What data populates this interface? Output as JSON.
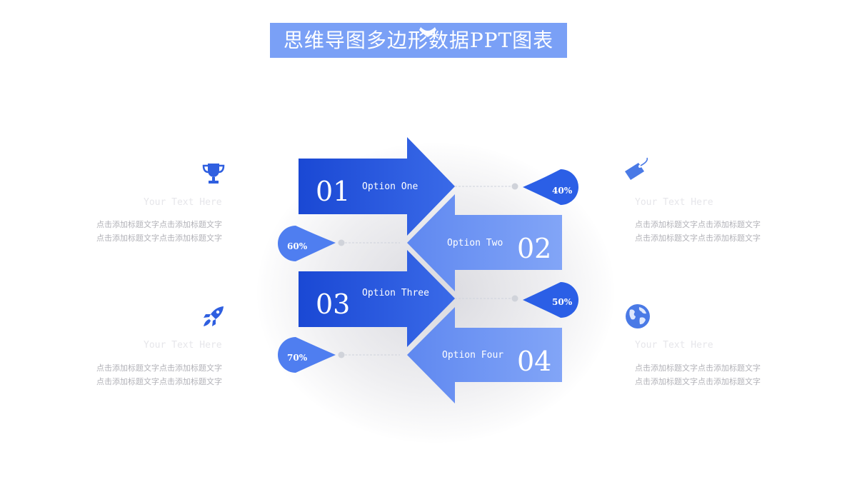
{
  "title": "思维导图多边形数据PPT图表",
  "colors": {
    "dark": "#1d4fd9",
    "light": "#6f97f4",
    "title_bg": "#7aa0f6",
    "icon": "#2f5fe0"
  },
  "options": [
    {
      "number": "01",
      "label": "Option One",
      "percent": "40%"
    },
    {
      "number": "02",
      "label": "Option Two",
      "percent": "60%"
    },
    {
      "number": "03",
      "label": "Option Three",
      "percent": "50%"
    },
    {
      "number": "04",
      "label": "Option Four",
      "percent": "70%"
    }
  ],
  "panels": [
    {
      "icon": "trophy-icon",
      "subtitle": "Your Text Here",
      "text": "点击添加标题文字点击添加标题文字点击添加标题文字点击添加标题文字"
    },
    {
      "icon": "tag-icon",
      "subtitle": "Your Text Here",
      "text": "点击添加标题文字点击添加标题文字点击添加标题文字点击添加标题文字"
    },
    {
      "icon": "rocket-icon",
      "subtitle": "Your Text Here",
      "text": "点击添加标题文字点击添加标题文字点击添加标题文字点击添加标题文字"
    },
    {
      "icon": "globe-icon",
      "subtitle": "Your Text Here",
      "text": "点击添加标题文字点击添加标题文字点击添加标题文字点击添加标题文字"
    }
  ]
}
